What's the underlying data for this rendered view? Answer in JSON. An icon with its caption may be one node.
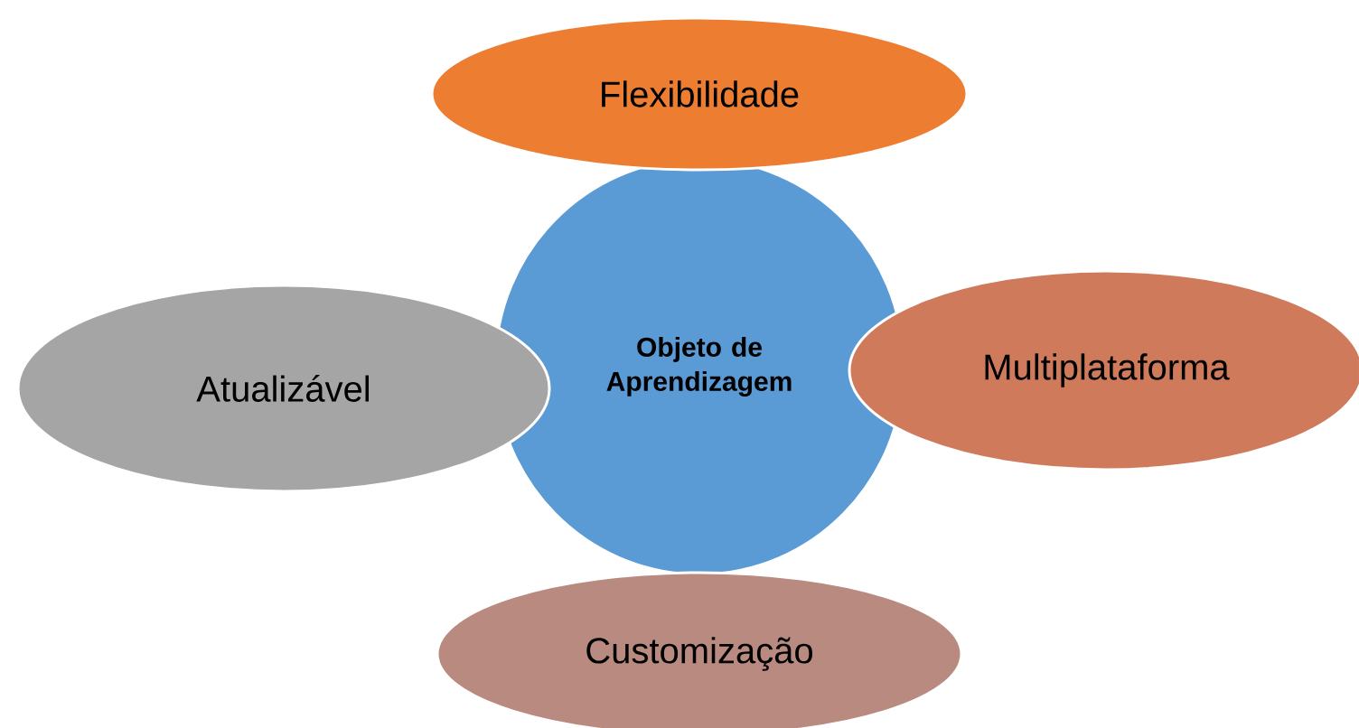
{
  "diagram": {
    "nodes": [
      {
        "text": [
          "Flexibilidade"
        ]
      },
      {
        "text": [
          "Objeto de Aprendizagem"
        ]
      },
      {
        "text": [
          "Atualizável"
        ]
      },
      {
        "text": [
          "Multiplataforma"
        ]
      },
      {
        "text": [
          "Customização"
        ]
      }
    ]
  }
}
